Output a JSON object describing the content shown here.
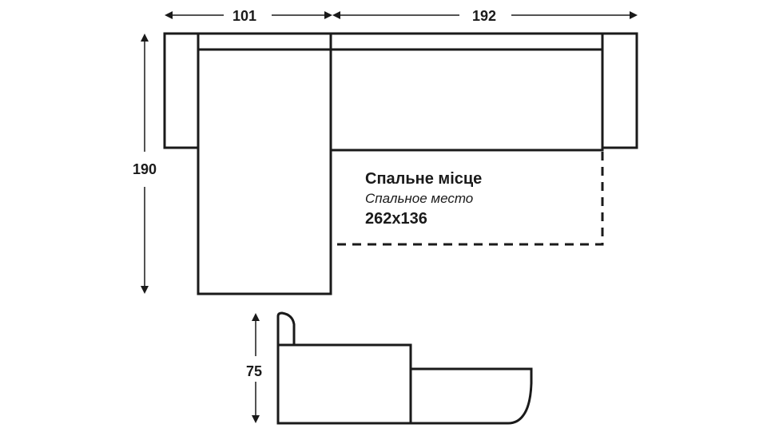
{
  "dimensions": {
    "width_left": "101",
    "width_right": "192",
    "depth": "190",
    "height": "75"
  },
  "sleeping_area": {
    "title_ua": "Спальне місце",
    "title_ru": "Спальное место",
    "size": "262x136"
  },
  "colors": {
    "ink": "#1a1a1a",
    "background": "#ffffff"
  }
}
